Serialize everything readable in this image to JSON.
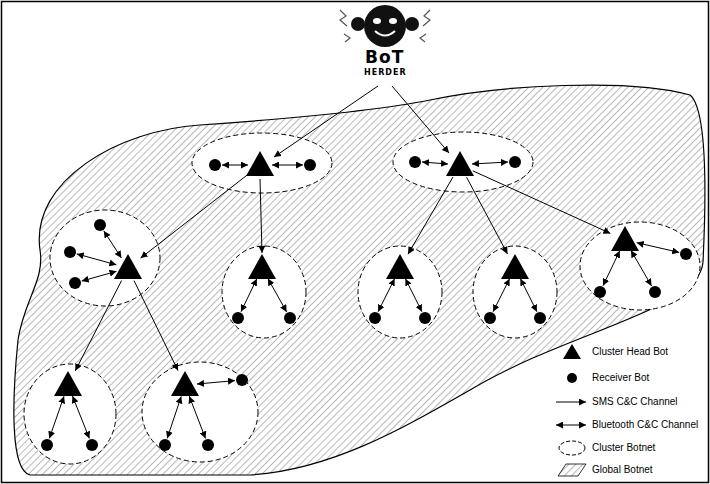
{
  "diagram": {
    "labels": [
      "BoT",
      "HERDER"
    ],
    "legend": [
      {
        "text": "Cluster Head Bot"
      },
      {
        "text": "Receiver Bot"
      },
      {
        "text": "SMS C&C Channel"
      },
      {
        "text": "Bluetooth C&C Channel"
      },
      {
        "text": "Cluster Botnet"
      },
      {
        "text": "Global Botnet"
      }
    ]
  }
}
